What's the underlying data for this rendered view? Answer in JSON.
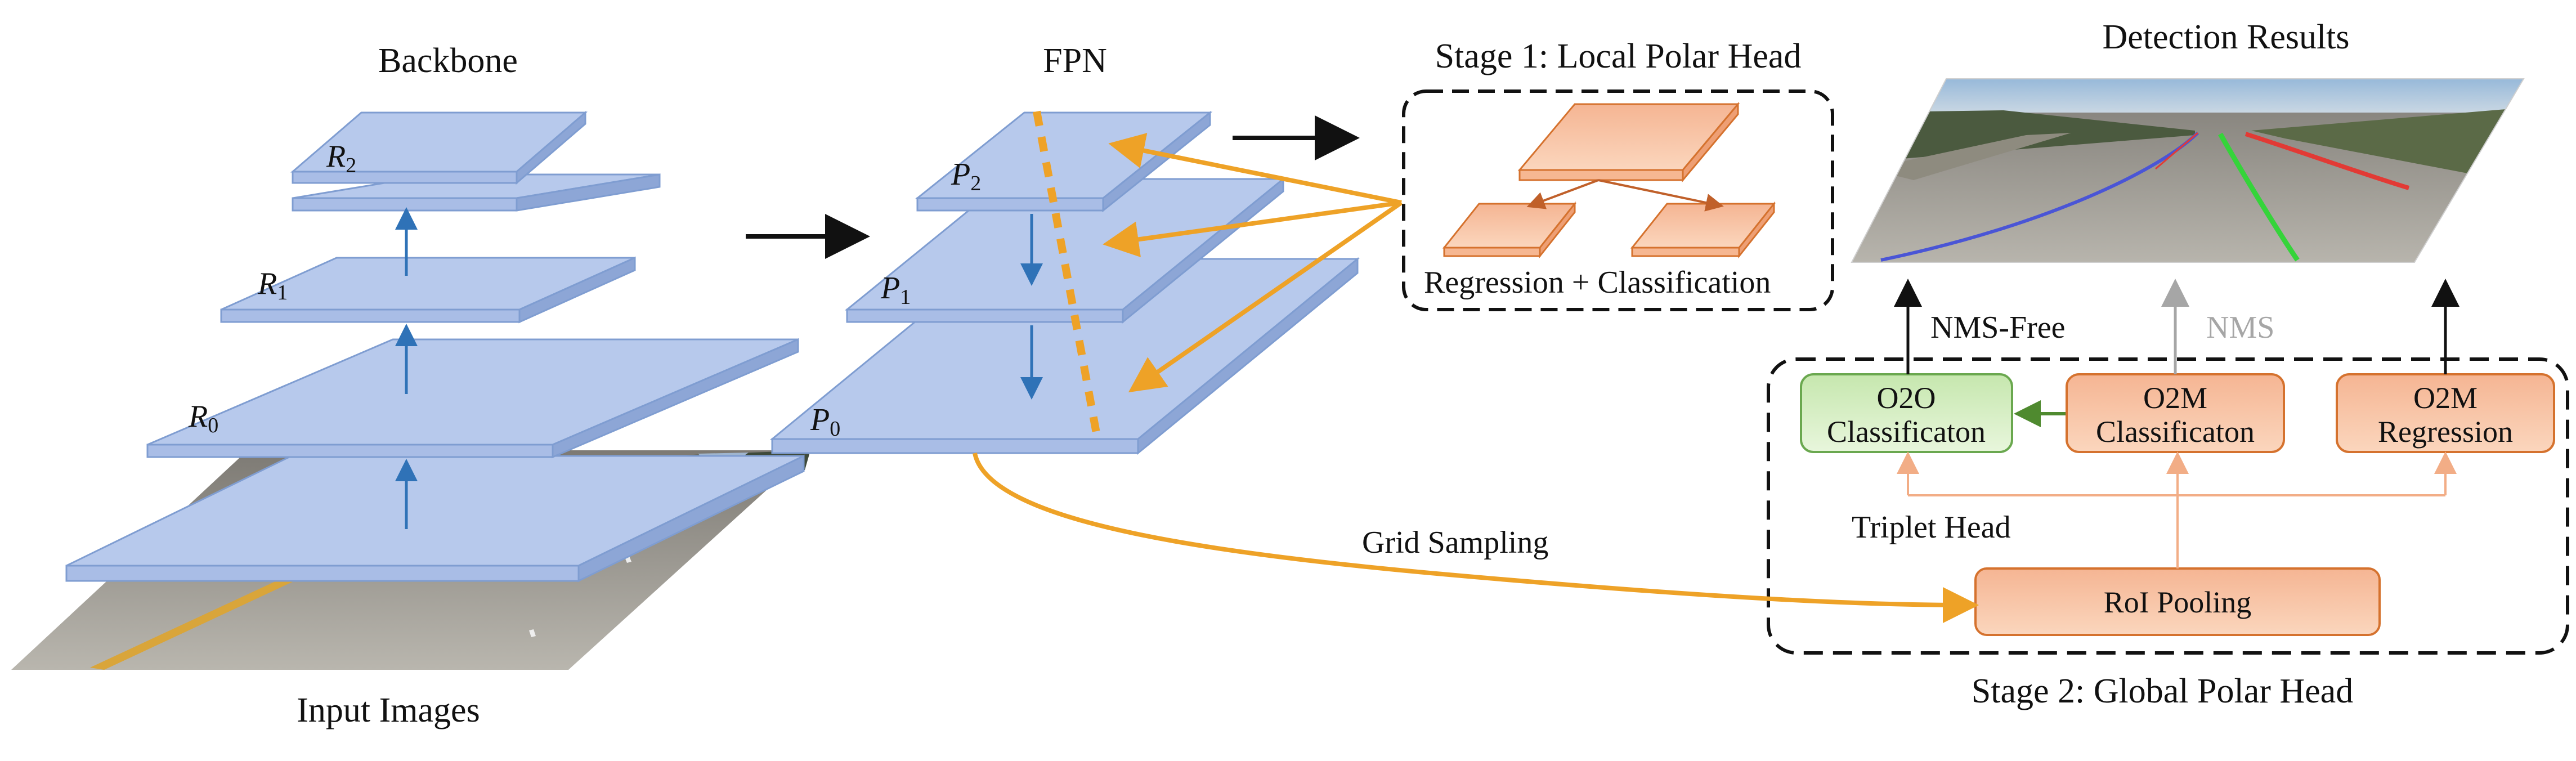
{
  "titles": {
    "backbone": "Backbone",
    "fpn": "FPN",
    "stage1": "Stage 1: Local Polar Head",
    "detection": "Detection Results",
    "input": "Input Images",
    "stage2": "Stage 2: Global Polar Head"
  },
  "backbone_layers": [
    {
      "base": "R",
      "sub": "2"
    },
    {
      "base": "R",
      "sub": "1"
    },
    {
      "base": "R",
      "sub": "0"
    }
  ],
  "fpn_layers": [
    {
      "base": "P",
      "sub": "2"
    },
    {
      "base": "P",
      "sub": "1"
    },
    {
      "base": "P",
      "sub": "0"
    }
  ],
  "stage1": {
    "caption": "Regression + Classification"
  },
  "stage2": {
    "o2o": {
      "line1": "O2O",
      "line2": "Classificaton"
    },
    "o2m_cls": {
      "line1": "O2M",
      "line2": "Classificaton"
    },
    "o2m_reg": {
      "line1": "O2M",
      "line2": "Regression"
    },
    "roi": "RoI Pooling",
    "triplet": "Triplet Head",
    "nms_free": "NMS-Free",
    "nms": "NMS"
  },
  "grid_sampling": "Grid Sampling",
  "colors": {
    "layer_fill": "#b7c9ec",
    "layer_side": "#8da6d6",
    "layer_edge": "#7f9dd1",
    "orange": "#eea227",
    "orange_box": "#f9c39c",
    "orange_edge": "#d5722e",
    "green_box": "#d6efc4",
    "green_edge": "#6aa84f",
    "blue_arrow": "#2f72b7",
    "gray_arrow": "#a6a6a6",
    "lane_red": "#e23a35",
    "lane_green": "#35d43a",
    "lane_blue": "#4a55d6"
  }
}
